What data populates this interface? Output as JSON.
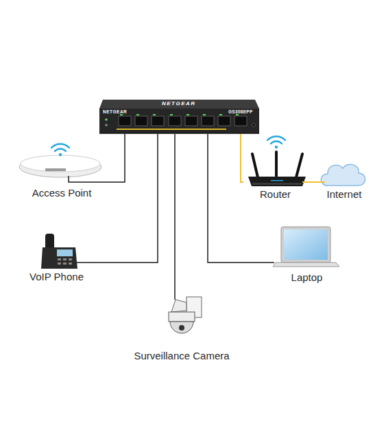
{
  "diagram": {
    "nodes": [
      {
        "text": [
          "NETGEAR",
          "NETGEAR",
          "GS308EPP"
        ]
      },
      {
        "text": [
          "Access Point"
        ]
      },
      {
        "text": [
          "Router"
        ]
      },
      {
        "text": [
          "Internet"
        ]
      },
      {
        "text": [
          "VoIP Phone"
        ]
      },
      {
        "text": [
          "Laptop"
        ]
      },
      {
        "text": [
          "Surveillance Camera"
        ]
      }
    ],
    "edges": [
      {
        "from": 0,
        "to": 1,
        "arrow": "none"
      },
      {
        "from": 0,
        "to": 4,
        "arrow": "none"
      },
      {
        "from": 0,
        "to": 6,
        "arrow": "none"
      },
      {
        "from": 0,
        "to": 5,
        "arrow": "none"
      },
      {
        "from": 0,
        "to": 2,
        "arrow": "none"
      },
      {
        "from": 2,
        "to": 3,
        "arrow": "none"
      }
    ]
  }
}
